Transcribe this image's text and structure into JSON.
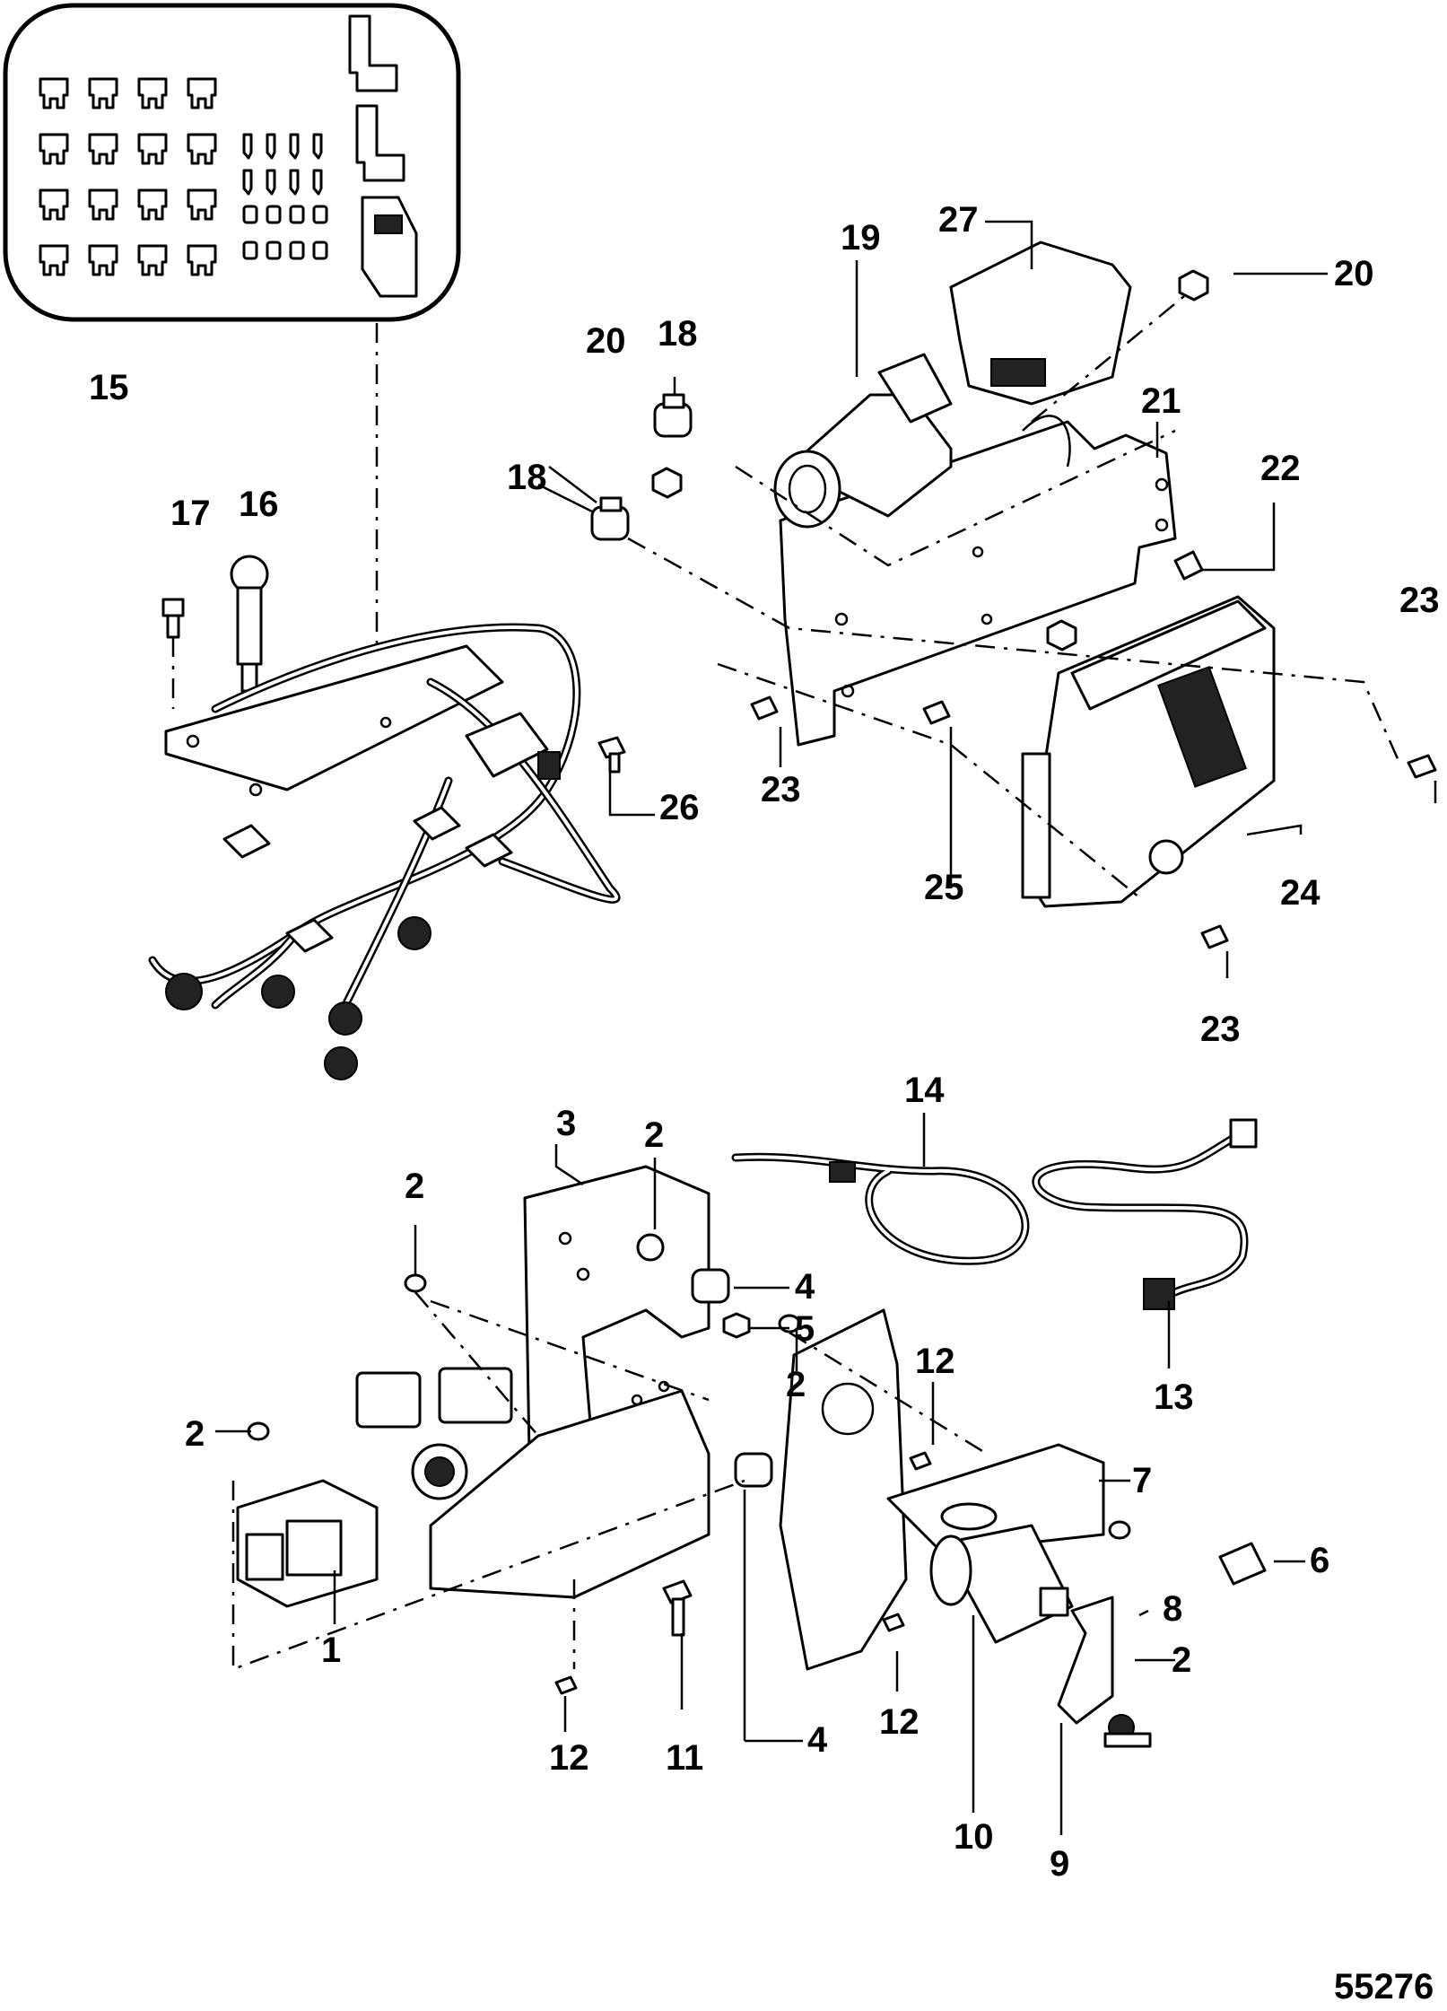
{
  "figure_number": "55276",
  "callouts": [
    "1",
    "2",
    "3",
    "4",
    "5",
    "6",
    "7",
    "8",
    "9",
    "10",
    "11",
    "12",
    "13",
    "14",
    "15",
    "16",
    "17",
    "18",
    "19",
    "20",
    "21",
    "22",
    "23",
    "24",
    "25",
    "26",
    "27"
  ]
}
